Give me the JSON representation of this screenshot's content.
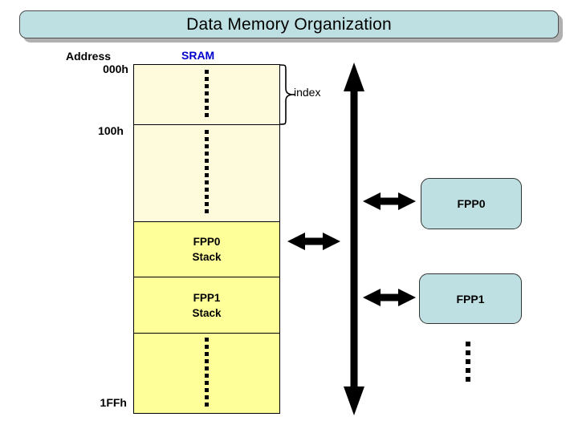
{
  "title": {
    "text": "Data Memory Organization",
    "fill": "#bfe0e2",
    "shadow": "#b0b0b0"
  },
  "headers": {
    "address": "Address",
    "sram": "SRAM",
    "sram_color": "#0000cc"
  },
  "addresses": {
    "top": "000h",
    "middle": "100h",
    "bottom": "1FFh"
  },
  "memory_blocks": [
    {
      "label": "",
      "ellipsis": true,
      "fill": "#fdfbdc",
      "name": "sram-block-low"
    },
    {
      "label": "",
      "ellipsis": true,
      "fill": "#fdfbdc",
      "name": "sram-block-general"
    },
    {
      "label": "FPP0\nStack",
      "line1": "FPP0",
      "line2": "Stack",
      "ellipsis": false,
      "fill": "#ffff99",
      "name": "sram-block-fpp0-stack"
    },
    {
      "label": "FPP1\nStack",
      "line1": "FPP1",
      "line2": "Stack",
      "ellipsis": false,
      "fill": "#ffff99",
      "name": "sram-block-fpp1-stack"
    },
    {
      "label": "",
      "ellipsis": true,
      "fill": "#ffff99",
      "name": "sram-block-high"
    }
  ],
  "annotations": {
    "index": "index"
  },
  "processors": [
    {
      "label": "FPP0",
      "fill": "#bfe0e2"
    },
    {
      "label": "FPP1",
      "fill": "#bfe0e2"
    }
  ]
}
